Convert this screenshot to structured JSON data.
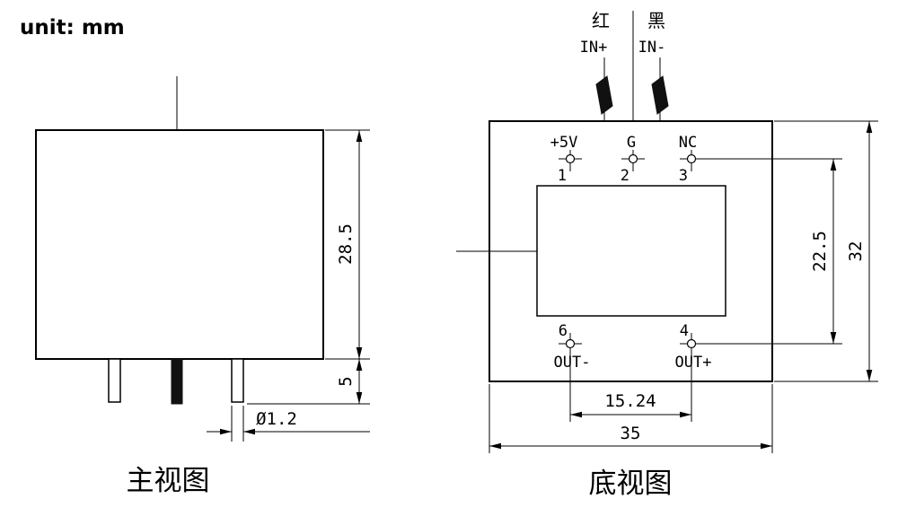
{
  "unit_label": "unit: mm",
  "front_view": {
    "title": "主视图",
    "dims": {
      "body_height": "28.5",
      "pin_length": "5",
      "pin_diameter": "Ø1.2"
    }
  },
  "bottom_view": {
    "title": "底视图",
    "leads": {
      "red": "红",
      "black": "黑",
      "in_plus": "IN+",
      "in_minus": "IN-"
    },
    "pins": {
      "p1_label": "+5V",
      "p2_label": "G",
      "p3_label": "NC",
      "p1_num": "1",
      "p2_num": "2",
      "p3_num": "3",
      "p6_num": "6",
      "p4_num": "4",
      "out_minus_label": "OUT-",
      "out_plus_label": "OUT+"
    },
    "dims": {
      "pin_row_spacing": "22.5",
      "body_height": "32",
      "pin_col_spacing": "15.24",
      "body_width": "35"
    }
  }
}
